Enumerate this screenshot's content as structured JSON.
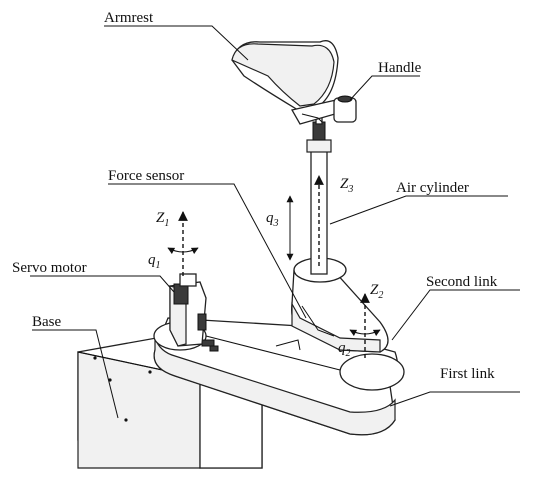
{
  "labels": {
    "armrest": "Armrest",
    "handle": "Handle",
    "force_sensor": "Force sensor",
    "air_cylinder": "Air cylinder",
    "servo_motor": "Servo motor",
    "second_link": "Second link",
    "base": "Base",
    "first_link": "First link"
  },
  "symbols": {
    "z1": {
      "main": "Z",
      "sub": "1"
    },
    "z2": {
      "main": "Z",
      "sub": "2"
    },
    "z3": {
      "main": "Z",
      "sub": "3"
    },
    "q1": {
      "main": "q",
      "sub": "1"
    },
    "q2": {
      "main": "q",
      "sub": "2"
    },
    "q3": {
      "main": "q",
      "sub": "3"
    }
  }
}
